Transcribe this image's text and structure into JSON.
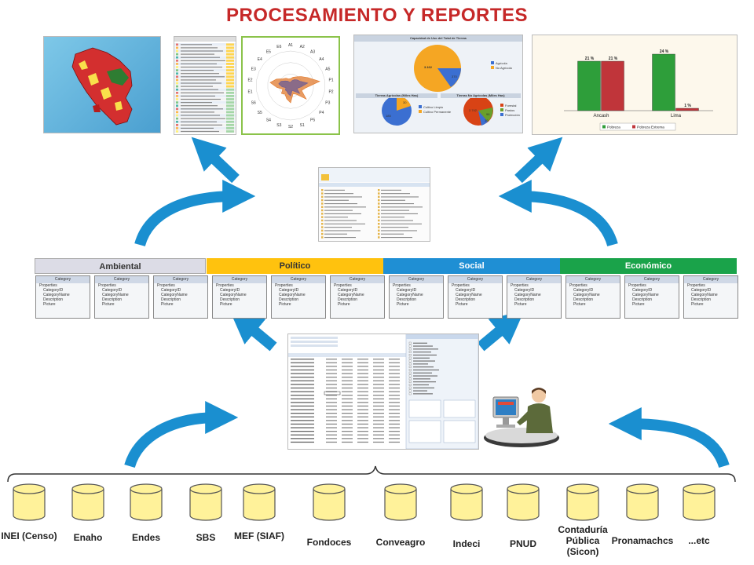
{
  "title": "PROCESAMIENTO Y REPORTES",
  "colors": {
    "title": "#c62828",
    "arrow": "#1a8fd0",
    "ambiental": "#dcdce6",
    "politico": "#ffc20e",
    "social": "#1f8fd4",
    "economico": "#1aa34a",
    "cylinder": "#fff29a",
    "green_bar": "#2e9e3a",
    "red_bar": "#c0353a"
  },
  "bands": [
    {
      "label": "Ambiental"
    },
    {
      "label": "Político"
    },
    {
      "label": "Social"
    },
    {
      "label": "Económico"
    }
  ],
  "category_card": {
    "header": "Category",
    "section": "Properties",
    "fields": [
      "CategoryID",
      "CategoryName",
      "Description",
      "Picture"
    ]
  },
  "sources": [
    {
      "label": "INEI (Censo)"
    },
    {
      "label": "Enaho"
    },
    {
      "label": "Endes"
    },
    {
      "label": "SBS"
    },
    {
      "label": "MEF (SIAF)"
    },
    {
      "label": "Fondoces"
    },
    {
      "label": "Conveagro"
    },
    {
      "label": "Indeci"
    },
    {
      "label": "PNUD"
    },
    {
      "label": "Contaduría Pública (Sicon)"
    },
    {
      "label": "Pronamachcs"
    },
    {
      "label": "...etc"
    }
  ],
  "thumbnails": {
    "radar_labels": [
      "A1",
      "A2",
      "A3",
      "A4",
      "A5",
      "P1",
      "P2",
      "P3",
      "P4",
      "P5",
      "S1",
      "S2",
      "S3",
      "S4",
      "S5",
      "S6",
      "E1",
      "E2",
      "E3",
      "E4",
      "E5",
      "E6"
    ],
    "pie_panel": {
      "top_title": "Capacidad de Uso del Total de Tierras",
      "top_values": [
        "3.162",
        "370"
      ],
      "top_legend": [
        "Agrícola",
        "No Agrícola"
      ],
      "left_title": "Tierras Agrícolas (Miles Has)",
      "left_values": [
        "185",
        "30"
      ],
      "left_legend": [
        "Cultivo Limpio",
        "Cultivo Permanente"
      ],
      "right_title": "Tierras No Agrícolas (Miles Has)",
      "right_values": [
        "2.742",
        "96",
        "30"
      ],
      "right_legend": [
        "Forestal",
        "Pastos",
        "Protección"
      ]
    }
  },
  "chart_data": {
    "type": "bar",
    "categories": [
      "Ancash",
      "Lima"
    ],
    "series": [
      {
        "name": "Pobreza",
        "values": [
          21,
          24
        ]
      },
      {
        "name": "Pobreza Extrema",
        "values": [
          21,
          1
        ]
      }
    ],
    "data_labels": [
      "21 %",
      "21 %",
      "24 %",
      "1 %"
    ],
    "ylim": [
      0,
      30
    ],
    "legend": "bottom"
  }
}
